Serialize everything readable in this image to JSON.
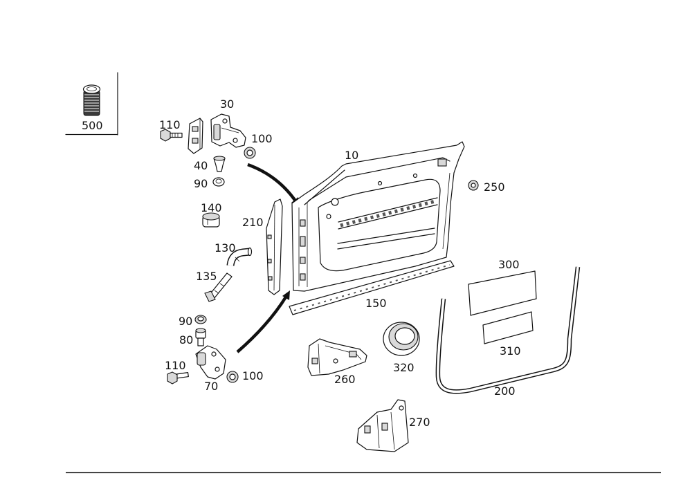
{
  "callouts": {
    "part_500": "500",
    "part_30": "30",
    "part_110_top": "110",
    "part_100_top": "100",
    "part_40": "40",
    "part_90_top": "90",
    "part_10": "10",
    "part_250": "250",
    "part_140": "140",
    "part_210": "210",
    "part_130": "130",
    "part_135": "135",
    "part_300": "300",
    "part_150": "150",
    "part_90_bottom": "90",
    "part_80": "80",
    "part_310": "310",
    "part_110_bottom": "110",
    "part_100_bottom": "100",
    "part_70": "70",
    "part_260": "260",
    "part_320": "320",
    "part_200": "200",
    "part_270": "270"
  }
}
